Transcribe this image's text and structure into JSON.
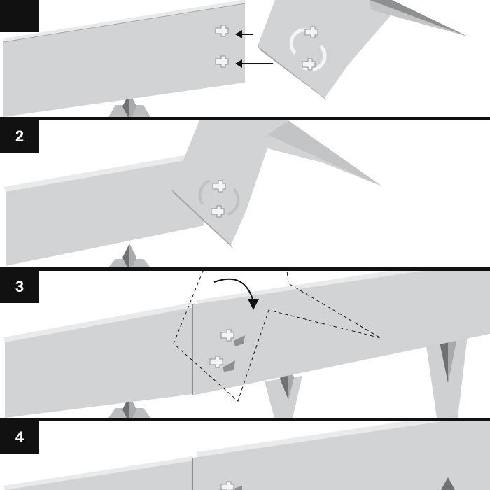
{
  "steps": [
    {
      "number": ""
    },
    {
      "number": "2"
    },
    {
      "number": "3"
    },
    {
      "number": "4"
    }
  ],
  "colors": {
    "metal_face": "#d2d3d4",
    "metal_top": "#e9eaeb",
    "metal_edge": "#a7a8aa",
    "spike_dark": "#6f7173",
    "spike_light": "#b8b9bb",
    "slot_fill": "#f4f4f4",
    "ink": "#111111"
  },
  "icons": [
    "rotate-arrows-icon",
    "arrow-left-icon",
    "curved-arrow-icon"
  ]
}
